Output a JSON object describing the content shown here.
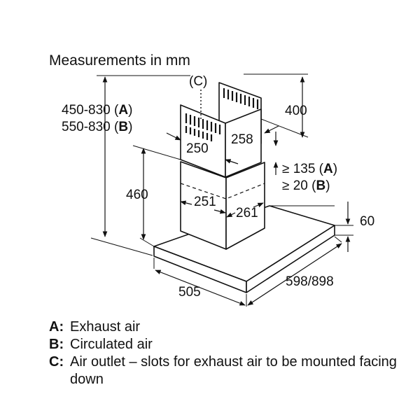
{
  "diagram": {
    "title": "Measurements in mm",
    "chimney_label": "(C)",
    "labels": {
      "height_a_value": "450-830 (",
      "height_a_key": "A",
      "height_b_value": "550-830 (",
      "height_b_key": "B",
      "chimney_top_height": "400",
      "chimney_front_width": "250",
      "chimney_side_depth": "258",
      "gap_a_value": "≥ 135 (",
      "gap_a_key": "A",
      "gap_b_value": "≥ 20 (",
      "gap_b_key": "B",
      "lower_height": "460",
      "lower_front_width": "251",
      "lower_side_depth": "261",
      "canopy_thickness": "60",
      "canopy_depth": "505",
      "canopy_width": "598/898",
      "close_paren": ")"
    }
  },
  "legend": {
    "items": [
      {
        "key": "A:",
        "text": "Exhaust air"
      },
      {
        "key": "B:",
        "text": "Circulated air"
      },
      {
        "key": "C:",
        "text": "Air outlet – slots for exhaust air to be mounted facing down"
      }
    ]
  }
}
